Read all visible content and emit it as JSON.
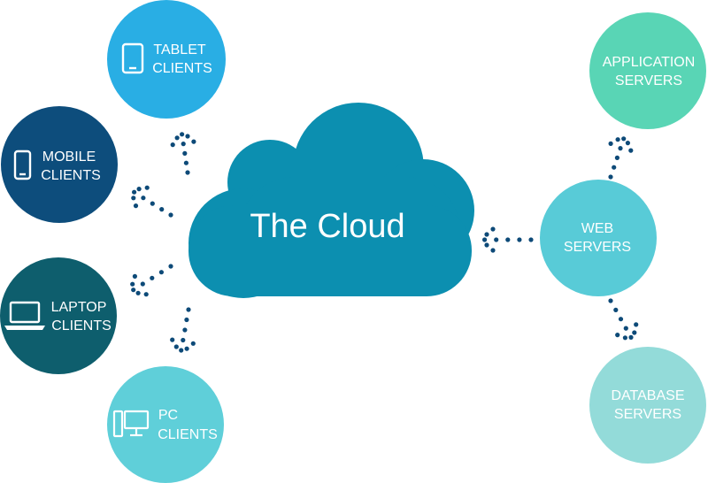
{
  "cloud": {
    "label": "The Cloud",
    "color": "#0c8fb0"
  },
  "nodes": [
    {
      "id": "tablet",
      "lines": [
        "TABLET",
        "CLIENTS"
      ],
      "icon": "tablet-icon",
      "color": "#29aee4"
    },
    {
      "id": "mobile",
      "lines": [
        "MOBILE",
        "CLIENTS"
      ],
      "icon": "phone-icon",
      "color": "#0d4d7c"
    },
    {
      "id": "laptop",
      "lines": [
        "LAPTOP",
        "CLIENTS"
      ],
      "icon": "laptop-icon",
      "color": "#0e5e6d"
    },
    {
      "id": "pc",
      "lines": [
        "PC",
        "CLIENTS"
      ],
      "icon": "desktop-icon",
      "color": "#5fcfd9"
    },
    {
      "id": "application",
      "lines": [
        "APPLICATION",
        "SERVERS"
      ],
      "icon": "",
      "color": "#59d5b5"
    },
    {
      "id": "web",
      "lines": [
        "WEB",
        "SERVERS"
      ],
      "icon": "",
      "color": "#58cbd7"
    },
    {
      "id": "database",
      "lines": [
        "DATABASE",
        "SERVERS"
      ],
      "icon": "",
      "color": "#93dbd9"
    }
  ],
  "connector_color": "#0d4a78"
}
